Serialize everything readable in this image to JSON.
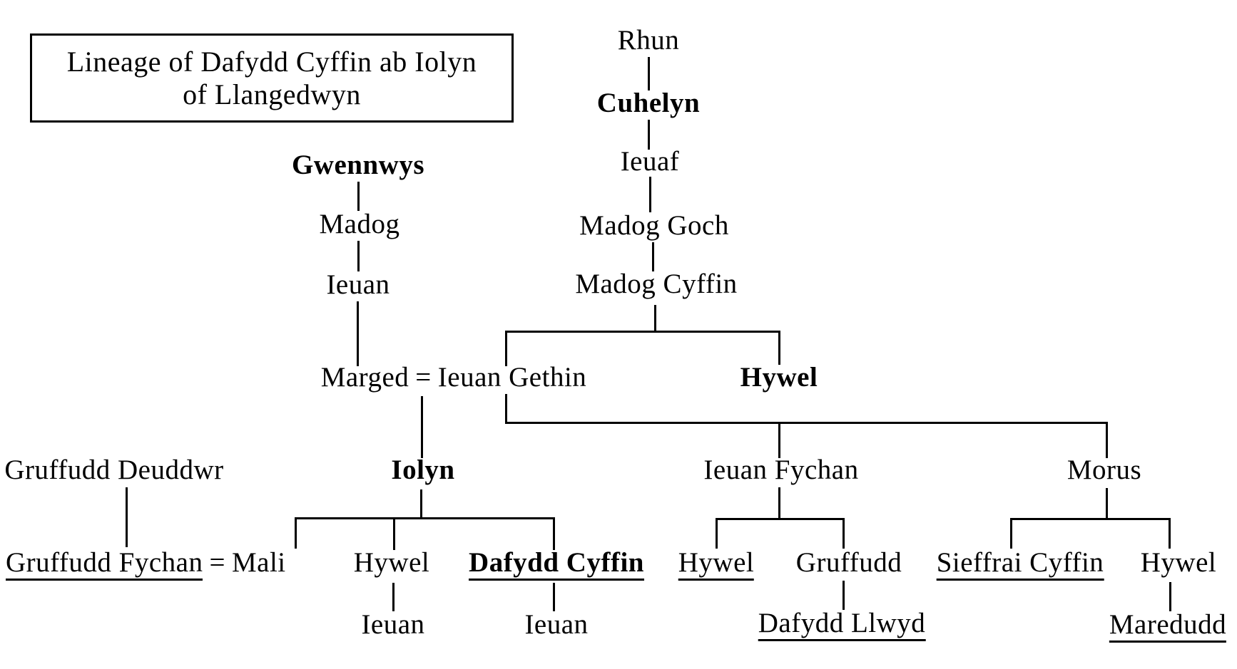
{
  "title": {
    "line1": "Lineage of Dafydd Cyffin ab Iolyn",
    "line2": "of Llangedwyn"
  },
  "symbols": {
    "equals": "="
  },
  "colors": {
    "background": "#ffffff",
    "text": "#000000",
    "line": "#000000"
  },
  "people": {
    "rhun": {
      "label": "Rhun",
      "bold": false,
      "underline": false
    },
    "cuhelyn": {
      "label": "Cuhelyn",
      "bold": true,
      "underline": false
    },
    "ieuaf": {
      "label": "Ieuaf",
      "bold": false,
      "underline": false
    },
    "madog_goch": {
      "label": "Madog Goch",
      "bold": false,
      "underline": false
    },
    "madog_cyffin": {
      "label": "Madog Cyffin",
      "bold": false,
      "underline": false
    },
    "gwennwys": {
      "label": "Gwennwys",
      "bold": true,
      "underline": false
    },
    "madog": {
      "label": "Madog",
      "bold": false,
      "underline": false
    },
    "ieuan": {
      "label": "Ieuan",
      "bold": false,
      "underline": false
    },
    "marged": {
      "label": "Marged",
      "bold": false,
      "underline": false
    },
    "ieuan_gethin": {
      "label": "Ieuan Gethin",
      "bold": false,
      "underline": false
    },
    "hywel_ap_madog": {
      "label": "Hywel",
      "bold": true,
      "underline": false
    },
    "gruffudd_deuddwr": {
      "label": "Gruffudd Deuddwr",
      "bold": false,
      "underline": false
    },
    "iolyn": {
      "label": "Iolyn",
      "bold": true,
      "underline": false
    },
    "ieuan_fychan": {
      "label": "Ieuan Fychan",
      "bold": false,
      "underline": false
    },
    "morus": {
      "label": "Morus",
      "bold": false,
      "underline": false
    },
    "gruffudd_fychan": {
      "label": "Gruffudd Fychan",
      "bold": false,
      "underline": true
    },
    "mali": {
      "label": "Mali",
      "bold": false,
      "underline": false
    },
    "hywel_ap_iolyn": {
      "label": "Hywel",
      "bold": false,
      "underline": false
    },
    "dafydd_cyffin": {
      "label": "Dafydd Cyffin",
      "bold": true,
      "underline": true
    },
    "hywel_ap_ieuan_fychan": {
      "label": "Hywel",
      "bold": false,
      "underline": true
    },
    "gruffudd": {
      "label": "Gruffudd",
      "bold": false,
      "underline": false
    },
    "sieffrai_cyffin": {
      "label": "Sieffrai Cyffin",
      "bold": false,
      "underline": true
    },
    "hywel_ap_morus": {
      "label": "Hywel",
      "bold": false,
      "underline": false
    },
    "ieuan_ap_hywel": {
      "label": "Ieuan",
      "bold": false,
      "underline": false
    },
    "ieuan_ap_dafydd": {
      "label": "Ieuan",
      "bold": false,
      "underline": false
    },
    "dafydd_llwyd": {
      "label": "Dafydd Llwyd",
      "bold": false,
      "underline": true
    },
    "maredudd": {
      "label": "Maredudd",
      "bold": false,
      "underline": true
    }
  },
  "relationships": [
    {
      "parent": "Rhun",
      "children": [
        "Cuhelyn"
      ]
    },
    {
      "parent": "Cuhelyn",
      "children": [
        "Ieuaf"
      ]
    },
    {
      "parent": "Ieuaf",
      "children": [
        "Madog Goch"
      ]
    },
    {
      "parent": "Madog Goch",
      "children": [
        "Madog Cyffin"
      ]
    },
    {
      "parent": "Madog Cyffin",
      "children": [
        "Ieuan Gethin",
        "Hywel"
      ]
    },
    {
      "parent": "Gwennwys",
      "children": [
        "Madog"
      ]
    },
    {
      "parent": "Madog",
      "children": [
        "Ieuan"
      ]
    },
    {
      "parent": "Ieuan",
      "children": [
        "Marged"
      ]
    },
    {
      "couple": "Marged = Ieuan Gethin",
      "children": [
        "Iolyn"
      ]
    },
    {
      "parent": "Ieuan Gethin",
      "children": [
        "Ieuan Fychan",
        "Morus"
      ]
    },
    {
      "parent": "Gruffudd Deuddwr",
      "children": [
        "Gruffudd Fychan"
      ]
    },
    {
      "couple": "Gruffudd Fychan = Mali",
      "children": []
    },
    {
      "parent": "Iolyn",
      "children": [
        "Mali",
        "Hywel",
        "Dafydd Cyffin"
      ]
    },
    {
      "parent": "Hywel (ap Iolyn)",
      "children": [
        "Ieuan"
      ]
    },
    {
      "parent": "Dafydd Cyffin",
      "children": [
        "Ieuan"
      ]
    },
    {
      "parent": "Ieuan Fychan",
      "children": [
        "Hywel",
        "Gruffudd"
      ]
    },
    {
      "parent": "Gruffudd",
      "children": [
        "Dafydd Llwyd"
      ]
    },
    {
      "parent": "Morus",
      "children": [
        "Sieffrai Cyffin",
        "Hywel"
      ]
    },
    {
      "parent": "Hywel (ap Morus)",
      "children": [
        "Maredudd"
      ]
    }
  ]
}
